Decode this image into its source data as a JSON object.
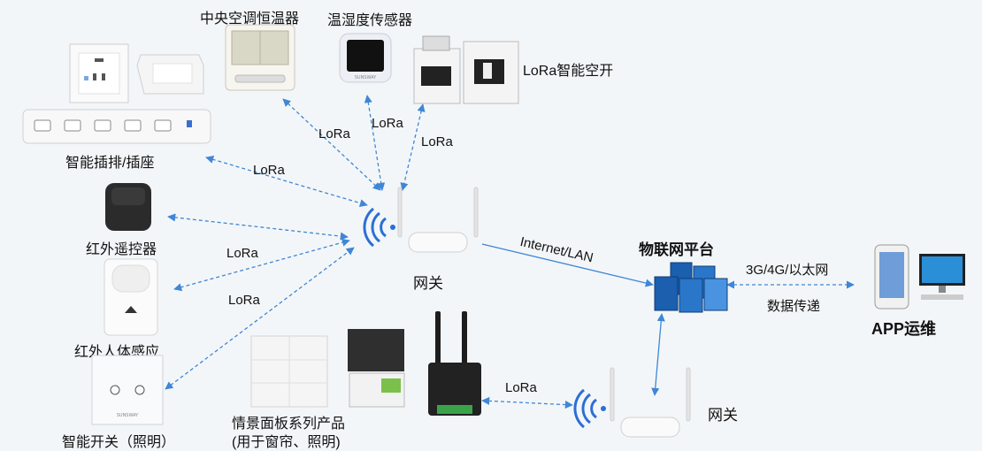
{
  "devices": {
    "thermostat": "中央空调恒温器",
    "humidity_sensor": "温湿度传感器",
    "breaker": "LoRa智能空开",
    "power_strip": "智能插排/插座",
    "ir_remote": "红外遥控器",
    "pir_sensor": "红外人体感应",
    "smart_switch": "智能开关（照明）",
    "scene_panel_line1": "情景面板系列产品",
    "scene_panel_line2": "(用于窗帘、照明)"
  },
  "gateway_top": "网关",
  "gateway_bottom": "网关",
  "platform": "物联网平台",
  "app": "APP运维",
  "links": {
    "lora": "LoRa",
    "internet": "Internet/LAN",
    "mobile": "3G/4G/以太网",
    "data_transfer": "数据传递"
  },
  "colors": {
    "link_line": "#3f86d6",
    "background": "#f3f6f8",
    "wifi": "#2b6fd6"
  }
}
